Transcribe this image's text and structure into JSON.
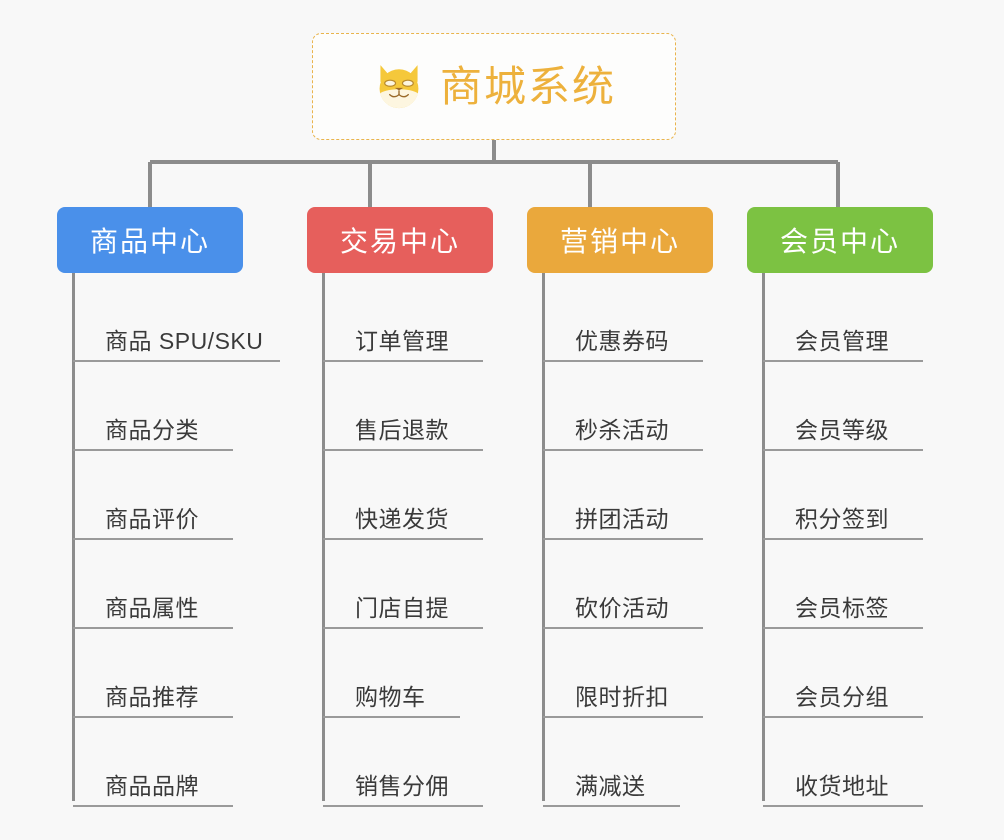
{
  "background_color": "#f8f8f8",
  "root": {
    "title": "商城系统",
    "icon": "shiba-dog-emoji",
    "border_color": "#e9b44c",
    "text_color": "#edb13c"
  },
  "connector_color": "#8c8c8c",
  "branches": [
    {
      "label": "商品中心",
      "color": "#4a90ea",
      "items": [
        "商品 SPU/SKU",
        "商品分类",
        "商品评价",
        "商品属性",
        "商品推荐",
        "商品品牌"
      ]
    },
    {
      "label": "交易中心",
      "color": "#e65f5c",
      "items": [
        "订单管理",
        "售后退款",
        "快递发货",
        "门店自提",
        "购物车",
        "销售分佣"
      ]
    },
    {
      "label": "营销中心",
      "color": "#eaa83c",
      "items": [
        "优惠券码",
        "秒杀活动",
        "拼团活动",
        "砍价活动",
        "限时折扣",
        "满减送"
      ]
    },
    {
      "label": "会员中心",
      "color": "#7cc242",
      "items": [
        "会员管理",
        "会员等级",
        "积分签到",
        "会员标签",
        "会员分组",
        "收货地址"
      ]
    }
  ]
}
